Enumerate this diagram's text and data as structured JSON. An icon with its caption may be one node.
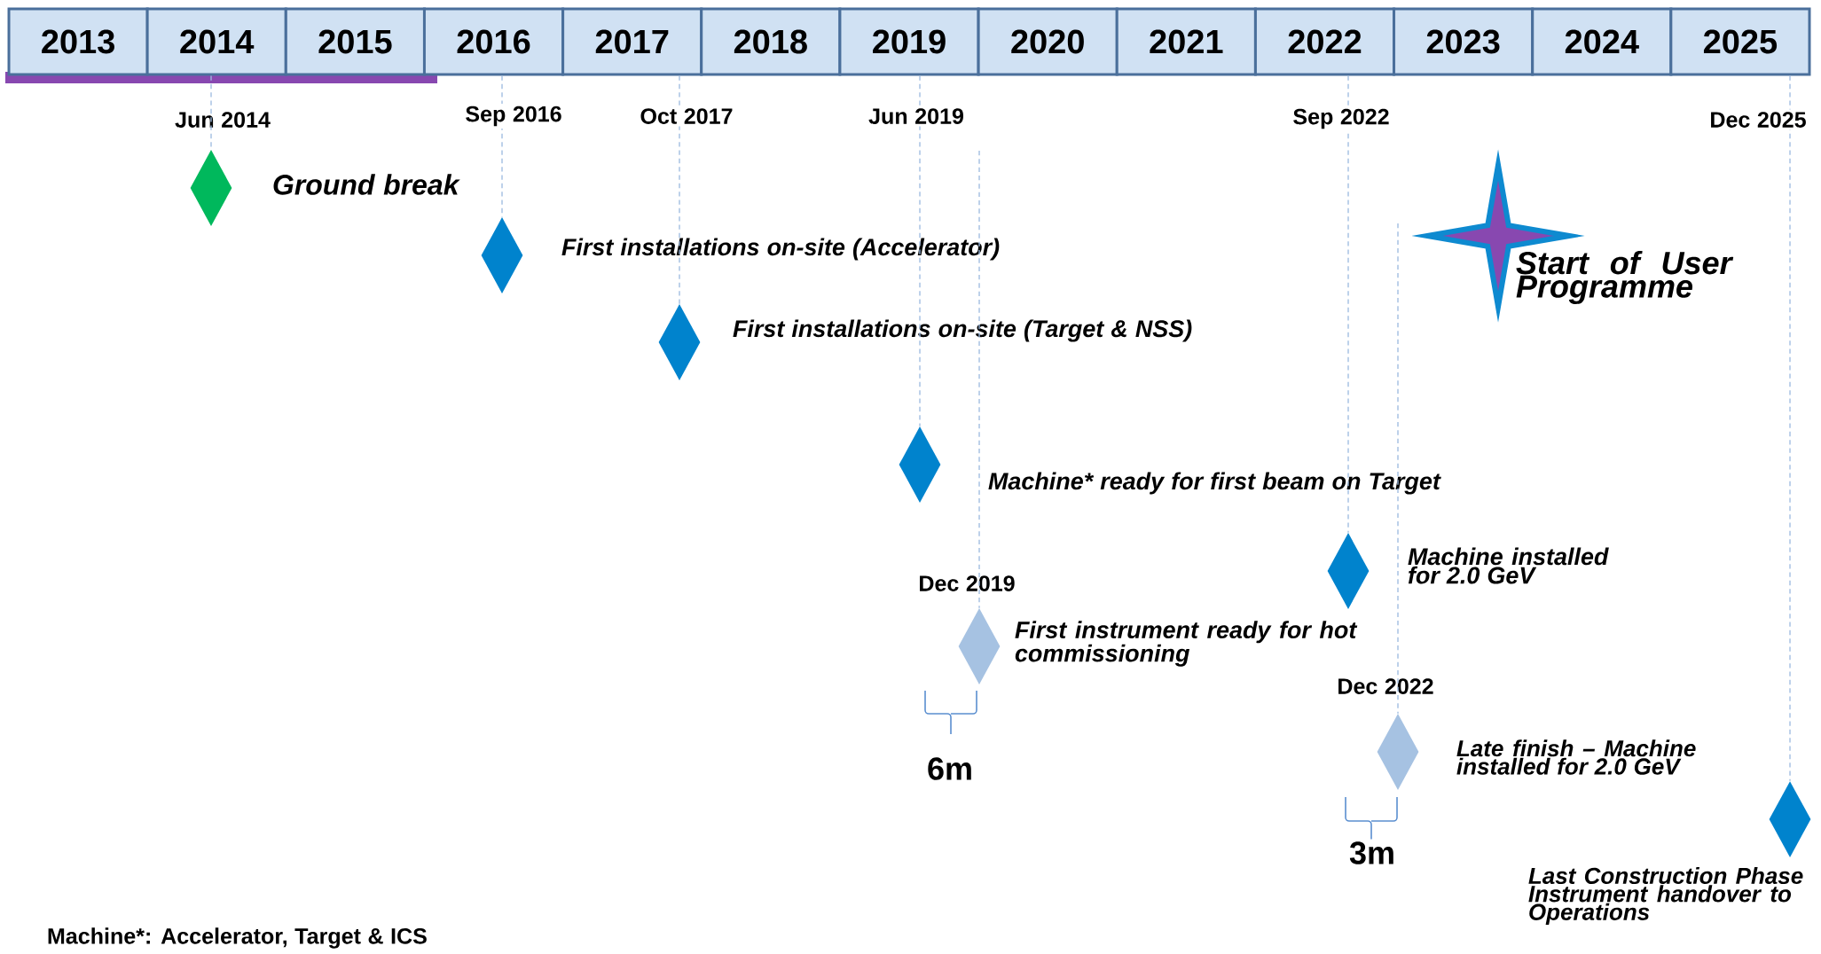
{
  "diagram": {
    "nodes": [
      {
        "text": [
          "2013"
        ]
      },
      {
        "text": [
          "2014"
        ]
      },
      {
        "text": [
          "2015"
        ]
      },
      {
        "text": [
          "2016"
        ]
      },
      {
        "text": [
          "2017"
        ]
      },
      {
        "text": [
          "2018"
        ]
      },
      {
        "text": [
          "2019"
        ]
      },
      {
        "text": [
          "2020"
        ]
      },
      {
        "text": [
          "2021"
        ]
      },
      {
        "text": [
          "2022"
        ]
      },
      {
        "text": [
          "2023"
        ]
      },
      {
        "text": [
          "2024"
        ]
      },
      {
        "text": [
          "2025"
        ]
      },
      {
        "text": [
          "Ground break"
        ],
        "beside": [
          "Jun 2014"
        ]
      },
      {
        "text": [
          "First installations on-site (Accelerator)"
        ]
      },
      {
        "text": [
          "First installations on-site (Target & NSS)"
        ]
      },
      {
        "text": [
          "Machine* ready for first beam on Target"
        ]
      },
      {
        "text": [
          "First instrument ready for hot commissioning"
        ],
        "beside": [
          "Dec 2019"
        ]
      },
      {
        "text": [
          "Machine installed for 2.0 GeV"
        ]
      },
      {
        "text": [
          "Late finish – Machine installed for 2.0 GeV"
        ],
        "beside": [
          "Dec 2022"
        ]
      },
      {
        "text": [
          "Last Construction Phase Instrument handover to Operations"
        ]
      },
      {
        "text": [
          "Start of User Programme"
        ]
      }
    ],
    "edges": [
      {
        "from": 1,
        "to": 13,
        "arrow": "none",
        "style": "dashed"
      },
      {
        "from": 3,
        "to": 14,
        "arrow": "none",
        "style": "dashed"
      },
      {
        "from": 4,
        "to": 15,
        "arrow": "none",
        "style": "dashed"
      },
      {
        "from": 6,
        "to": 16,
        "arrow": "none",
        "style": "dashed"
      },
      {
        "from": null,
        "to": 17,
        "arrow": "none",
        "style": "dashed"
      },
      {
        "from": 9,
        "to": 18,
        "arrow": "none",
        "style": "dashed"
      },
      {
        "from": null,
        "to": 19,
        "arrow": "none",
        "style": "dashed"
      },
      {
        "from": 12,
        "to": 20,
        "arrow": "none",
        "style": "dashed"
      }
    ],
    "labels": [
      "Sep 2016",
      "Oct 2017",
      "Jun 2019",
      "Sep 2022",
      "Dec 2025",
      "6m",
      "3m",
      "Machine*: Accelerator, Target & ICS"
    ]
  }
}
